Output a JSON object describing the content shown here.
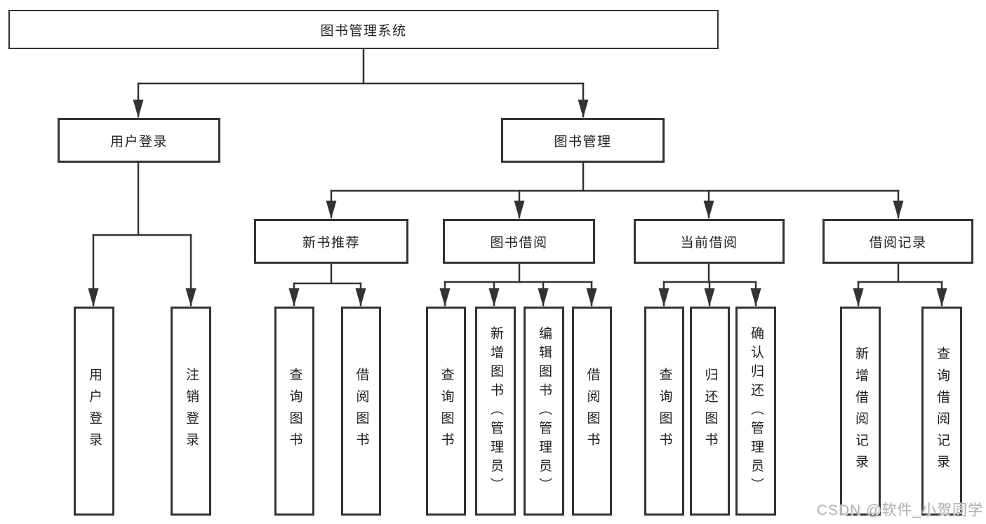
{
  "diagram": {
    "root": {
      "label": "图书管理系统"
    },
    "branches": {
      "user_login": {
        "label": "用户登录"
      },
      "book_management": {
        "label": "图书管理"
      }
    },
    "modules": {
      "new_book_recommend": {
        "label": "新书推荐"
      },
      "book_borrowing": {
        "label": "图书借阅"
      },
      "current_borrowing": {
        "label": "当前借阅"
      },
      "borrowing_records": {
        "label": "借阅记录"
      }
    },
    "functions": {
      "user_login": {
        "label": "用户登录"
      },
      "logout": {
        "label": "注销登录"
      },
      "recommend_query_books": {
        "label": "查询图书"
      },
      "recommend_borrow_books": {
        "label": "借阅图书"
      },
      "borrowing_query_books": {
        "label": "查询图书"
      },
      "borrowing_add_books": {
        "label": "新增图书（管理员）"
      },
      "borrowing_edit_books": {
        "label": "编辑图书（管理员）"
      },
      "borrowing_borrow_books": {
        "label": "借阅图书"
      },
      "current_query_books": {
        "label": "查询图书"
      },
      "current_return_books": {
        "label": "归还图书"
      },
      "current_confirm_return": {
        "label": "确认归还（管理员）"
      },
      "records_add_record": {
        "label": "新增借阅记录"
      },
      "records_query_record": {
        "label": "查询借阅记录"
      }
    }
  },
  "watermark": {
    "text": "CSDN @软件_小贺同学"
  },
  "colors": {
    "box_border": "#333333",
    "connector": "#333333",
    "text": "#1f1f1f",
    "watermark": "#aeb3b9",
    "background": "#ffffff"
  }
}
